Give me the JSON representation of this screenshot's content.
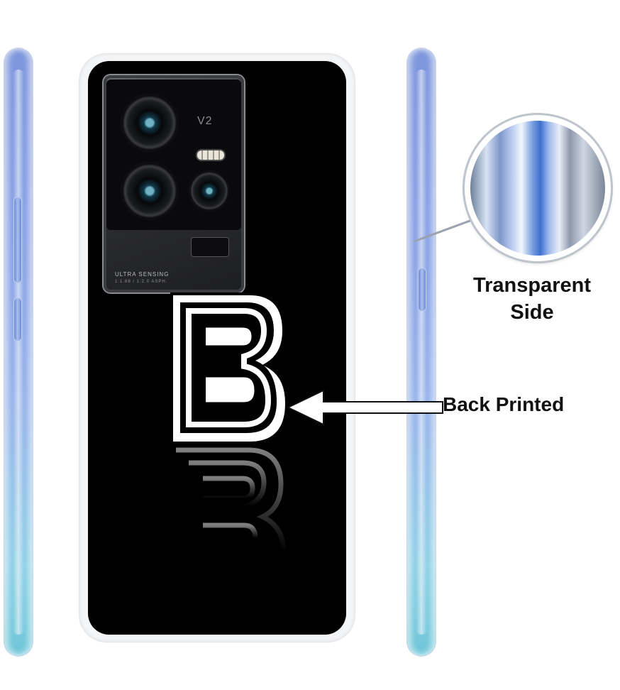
{
  "camera": {
    "model_mark": "V2",
    "lens_text": "ULTRA SENSING",
    "lens_sub": "1:1.88 / 1:2.0 ASPH."
  },
  "print": {
    "letter": "B"
  },
  "callouts": {
    "transparent_line1": "Transparent",
    "transparent_line2": "Side",
    "back_printed": "Back Printed"
  },
  "colors": {
    "case_back": "#000000",
    "side_gradient_top": "#7d96dc",
    "side_gradient_bottom": "#6fc6d8"
  }
}
